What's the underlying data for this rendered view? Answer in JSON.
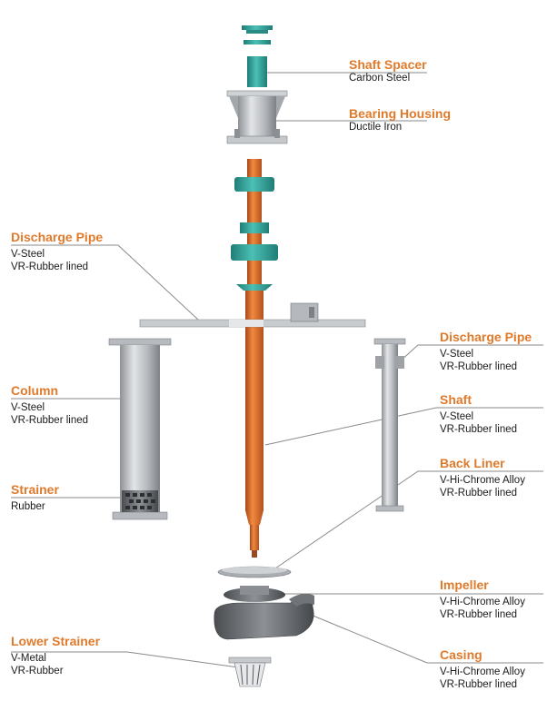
{
  "labels": {
    "shaft_spacer": {
      "title": "Shaft Spacer",
      "m1": "Carbon Steel",
      "m2": ""
    },
    "bearing_housing": {
      "title": "Bearing Housing",
      "m1": "Ductile Iron",
      "m2": ""
    },
    "discharge_pipe_left": {
      "title": "Discharge Pipe",
      "m1": "V-Steel",
      "m2": "VR-Rubber lined"
    },
    "column": {
      "title": "Column",
      "m1": "V-Steel",
      "m2": "VR-Rubber lined"
    },
    "strainer": {
      "title": "Strainer",
      "m1": "Rubber",
      "m2": ""
    },
    "discharge_pipe_right": {
      "title": "Discharge Pipe",
      "m1": "V-Steel",
      "m2": "VR-Rubber lined"
    },
    "shaft": {
      "title": "Shaft",
      "m1": "V-Steel",
      "m2": "VR-Rubber lined"
    },
    "back_liner": {
      "title": "Back Liner",
      "m1": "V-Hi-Chrome Alloy",
      "m2": "VR-Rubber lined"
    },
    "impeller": {
      "title": "Impeller",
      "m1": "V-Hi-Chrome Alloy",
      "m2": "VR-Rubber lined"
    },
    "lower_strainer": {
      "title": "Lower Strainer",
      "m1": "V-Metal",
      "m2": "VR-Rubber"
    },
    "casing": {
      "title": "Casing",
      "m1": "V-Hi-Chrome Alloy",
      "m2": "VR-Rubber lined"
    }
  },
  "colors": {
    "accent": "#e07a2b",
    "shaft": "#d8692a",
    "teal": "#2fa39b",
    "steel": "#b9bcc0",
    "leader": "#8a8a8a"
  }
}
